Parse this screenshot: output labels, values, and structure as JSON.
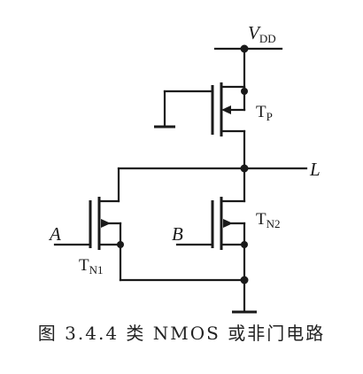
{
  "labels": {
    "vdd_main": "V",
    "vdd_sub": "DD",
    "tp_main": "T",
    "tp_sub": "P",
    "output": "L",
    "input_a": "A",
    "input_b": "B",
    "tn1_main": "T",
    "tn1_sub": "N1",
    "tn2_main": "T",
    "tn2_sub": "N2"
  },
  "caption": "图 3.4.4   类 NMOS 或非门电路"
}
